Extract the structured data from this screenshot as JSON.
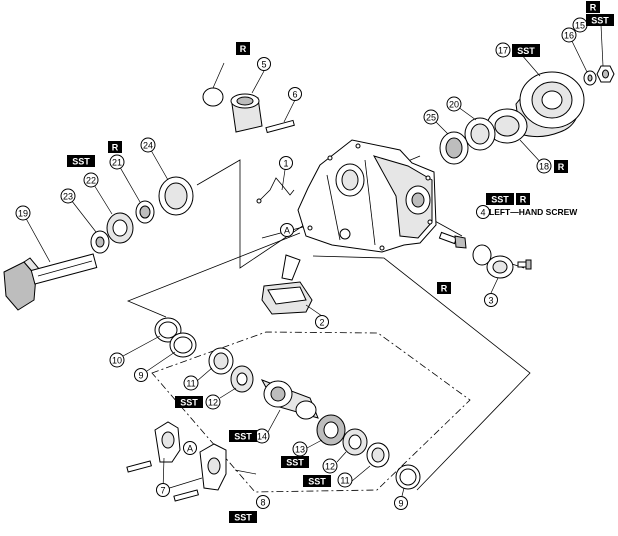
{
  "labels": {
    "n1": "1",
    "n2": "2",
    "n3": "3",
    "n4": "4",
    "n5": "5",
    "n6": "6",
    "n7": "7",
    "n8": "8",
    "n9a": "9",
    "n9b": "9",
    "n10": "10",
    "n11a": "11",
    "n11b": "11",
    "n12a": "12",
    "n12b": "12",
    "n13": "13",
    "n14": "14",
    "n15": "15",
    "n16": "16",
    "n17": "17",
    "n18": "18",
    "n19": "19",
    "n20": "20",
    "n21": "21",
    "n22": "22",
    "n23": "23",
    "n24": "24",
    "n25": "25",
    "refA1": "A",
    "refA2": "A"
  },
  "tags": {
    "r": "R",
    "sst": "SST",
    "sst_r_sst": "SST",
    "sst_r_r": "R"
  },
  "notes": {
    "left_hand_screw": "LEFT—HAND SCREW"
  },
  "colors": {
    "tag_bg": "#000000",
    "tag_text": "#ffffff",
    "line": "#000000"
  }
}
